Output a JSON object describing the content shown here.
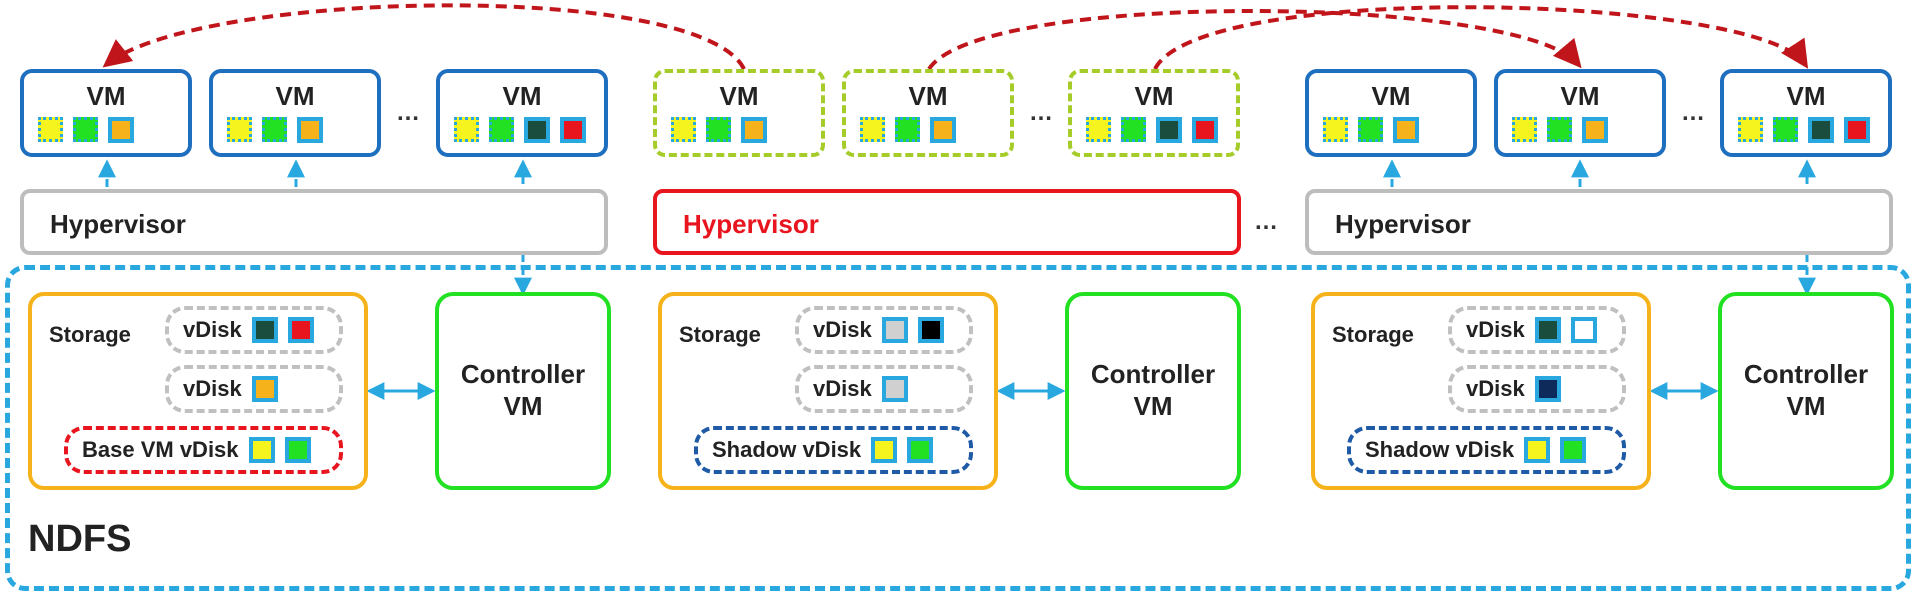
{
  "vm_label": "VM",
  "hypervisor_label": "Hypervisor",
  "storage_label": "Storage",
  "vdisk_label": "vDisk",
  "controller_line1": "Controller",
  "controller_line2": "VM",
  "base_vdisk_label": "Base VM vDisk",
  "shadow_vdisk_label": "Shadow vDisk",
  "ndfs_label": "NDFS",
  "ellipsis": "…",
  "hyp_ellipsis": "…",
  "colors": {
    "yellow": "#f6f41e",
    "green": "#22e022",
    "orange": "#f5b21a",
    "darkgreen": "#1b4d3e",
    "red": "#e8141e",
    "lightgray": "#d0d0d0",
    "black": "#000000",
    "white": "#ffffff",
    "navy": "#0d2a5a",
    "vm_border": "#1f6fc0",
    "vm_dashed_border": "#a6cc2a",
    "hyp_border": "#bdbdbd",
    "hyp_red": "#e8141e",
    "storage_border": "#f5b21a",
    "controller_border": "#22e022",
    "ndfs_border": "#29a8e0",
    "migration_arrow": "#c0161b",
    "io_arrow": "#29a8e0"
  }
}
